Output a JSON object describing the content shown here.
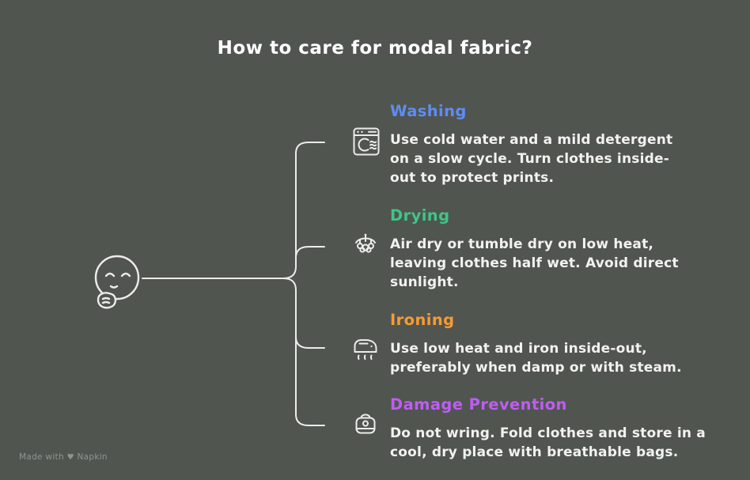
{
  "title": "How to care for modal fabric?",
  "sections": [
    {
      "id": "washing",
      "heading": "Washing",
      "color": "#5f8cf3",
      "icon": "washing-machine-icon",
      "body": "Use cold water and a mild detergent on a slow cycle. Turn clothes inside-out to protect prints."
    },
    {
      "id": "drying",
      "heading": "Drying",
      "color": "#3fc586",
      "icon": "drying-rack-icon",
      "body": "Air dry or tumble dry on low heat, leaving clothes half wet. Avoid direct sunlight."
    },
    {
      "id": "ironing",
      "heading": "Ironing",
      "color": "#f79b33",
      "icon": "iron-icon",
      "body": "Use low heat and iron inside-out, preferably when damp or with steam."
    },
    {
      "id": "damage-prevention",
      "heading": "Damage Prevention",
      "color": "#bf5df2",
      "icon": "folded-clothes-icon",
      "body": "Do not wring. Fold clothes and store in a cool, dry place with breathable bags."
    }
  ],
  "watermark": {
    "made_with": "Made with",
    "brand": "Napkin"
  },
  "colors": {
    "background": "#505550",
    "line": "#ececea",
    "text": "#f2f2f0",
    "title": "#ffffff",
    "watermark": "#99a09b"
  }
}
